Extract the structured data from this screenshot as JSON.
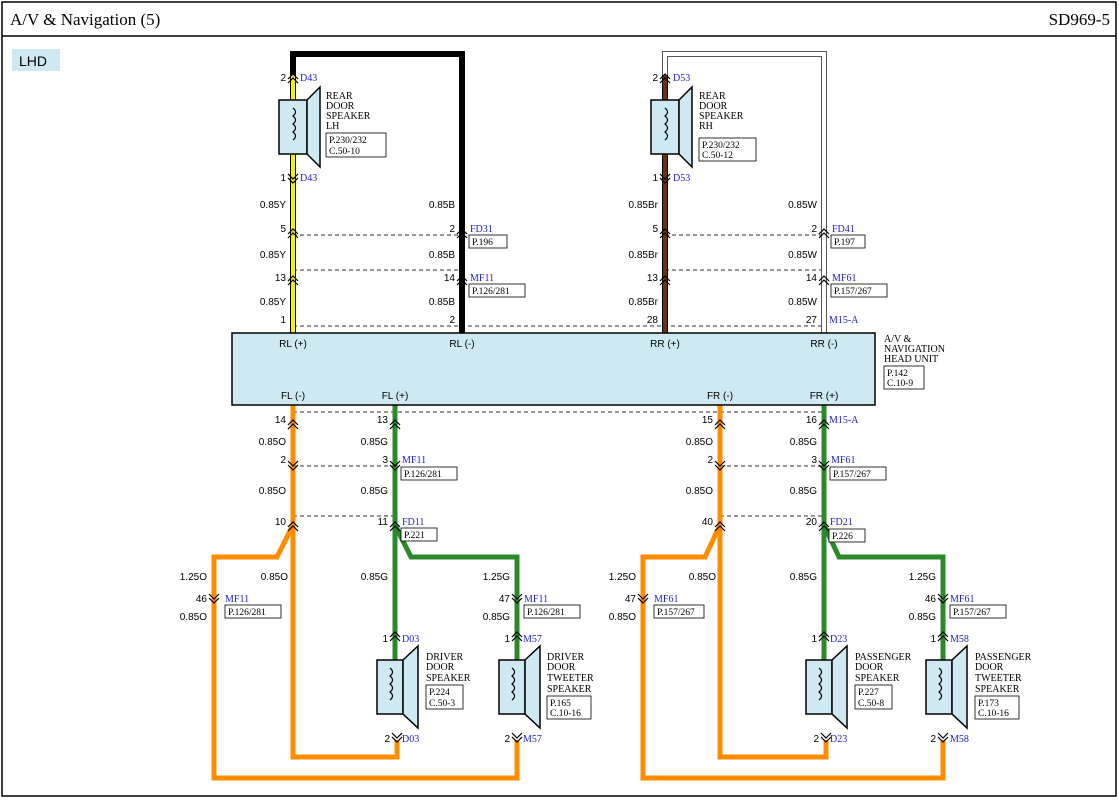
{
  "header": {
    "title": "A/V & Navigation (5)",
    "code": "SD969-5"
  },
  "badge": "LHD",
  "connectors": {
    "D43": "D43",
    "D53": "D53",
    "FD31": "FD31",
    "FD41": "FD41",
    "MF11": "MF11",
    "MF61": "MF61",
    "M15A": "M15-A",
    "FD11": "FD11",
    "FD21": "FD21",
    "D03": "D03",
    "M57": "M57",
    "D23": "D23",
    "M58": "M58"
  },
  "pages": {
    "fd31": "P.196",
    "fd41": "P.197",
    "mf11": "P.126/281",
    "mf61": "P.157/267",
    "fd11": "P.221",
    "fd21": "P.226"
  },
  "components": {
    "rear_lh": {
      "label": [
        "REAR",
        "DOOR",
        "SPEAKER",
        "LH"
      ],
      "ref": [
        "P.230/232",
        "C.50-10"
      ]
    },
    "rear_rh": {
      "label": [
        "REAR",
        "DOOR",
        "SPEAKER",
        "RH"
      ],
      "ref": [
        "P.230/232",
        "C.50-12"
      ]
    },
    "driver": {
      "label": [
        "DRIVER",
        "DOOR",
        "SPEAKER"
      ],
      "ref": [
        "P.224",
        "C.50-3"
      ]
    },
    "driver_tw": {
      "label": [
        "DRIVER",
        "DOOR",
        "TWEETER",
        "SPEAKER"
      ],
      "ref": [
        "P.165",
        "C.10-16"
      ]
    },
    "pass": {
      "label": [
        "PASSENGER",
        "DOOR",
        "SPEAKER"
      ],
      "ref": [
        "P.227",
        "C.50-8"
      ]
    },
    "pass_tw": {
      "label": [
        "PASSENGER",
        "DOOR",
        "TWEETER",
        "SPEAKER"
      ],
      "ref": [
        "P.173",
        "C.10-16"
      ]
    },
    "head": {
      "label": [
        "A/V &",
        "NAVIGATION",
        "HEAD UNIT"
      ],
      "ref": [
        "P.142",
        "C.10-9"
      ]
    }
  },
  "terminals": {
    "rl_pos": "RL (+)",
    "rl_neg": "RL (-)",
    "rr_pos": "RR (+)",
    "rr_neg": "RR (-)",
    "fl_neg": "FL (-)",
    "fl_pos": "FL (+)",
    "fr_neg": "FR (-)",
    "fr_pos": "FR (+)"
  },
  "wires": {
    "w085Y": "0.85Y",
    "w085B": "0.85B",
    "w085Br": "0.85Br",
    "w085W": "0.85W",
    "w085O": "0.85O",
    "w085G": "0.85G",
    "w125O": "1.25O",
    "w125G": "1.25G"
  },
  "pins": {
    "p1": "1",
    "p2": "2",
    "p3": "3",
    "p5": "5",
    "p10": "10",
    "p11": "11",
    "p13": "13",
    "p14": "14",
    "p15": "15",
    "p16": "16",
    "p20": "20",
    "p27": "27",
    "p28": "28",
    "p40": "40",
    "p46": "46",
    "p47": "47"
  },
  "colors": {
    "yellow": "#f4f400",
    "black": "#000000",
    "brown": "#6b3312",
    "white": "#ffffff",
    "orange": "#ff8c00",
    "green": "#2a8a2a",
    "box_fill": "#cfe9f3",
    "link": "#2222cc"
  }
}
